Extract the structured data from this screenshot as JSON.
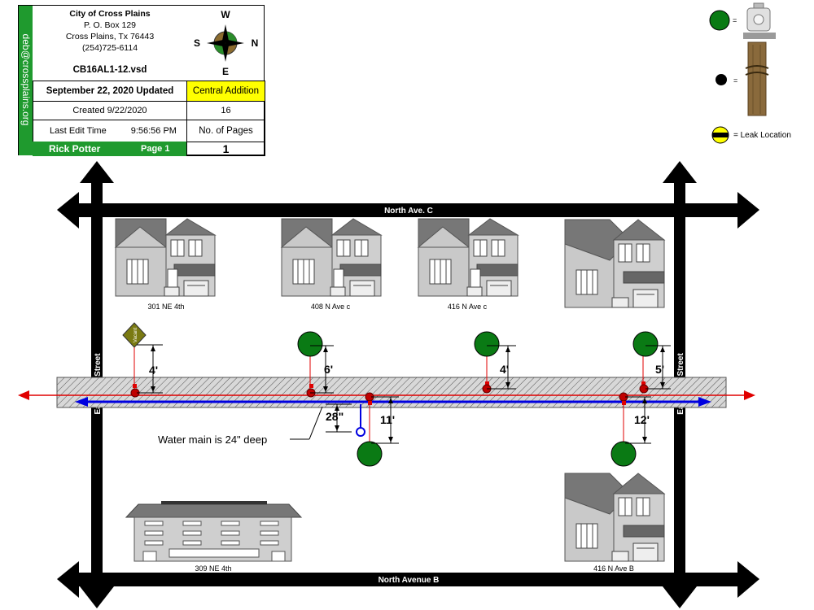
{
  "title_block": {
    "email": "deb@crossplains.org",
    "org_name": "City of Cross Plains",
    "address_line1": "P. O. Box 129",
    "address_line2": "Cross Plains, Tx  76443",
    "phone": "(254)725-6114",
    "file_name": "CB16AL1-12.vsd",
    "updated": "September 22, 2020 Updated",
    "area": "Central Addition",
    "created": "Created 9/22/2020",
    "area_count": "16",
    "last_edit_label": "Last Edit Time",
    "last_edit_time": "9:56:56 PM",
    "pages_label": "No. of Pages",
    "author": "Rick Potter",
    "page_label": "Page 1",
    "page_count": "1"
  },
  "compass": {
    "north": "N",
    "south": "S",
    "east": "E",
    "west": "W"
  },
  "legend": {
    "meter_eq": "=",
    "pole_eq": "=",
    "leak_label": "= Leak Location"
  },
  "streets": {
    "top": "North Ave. C",
    "bottom": "North Avenue B",
    "left": "East 11th Street",
    "right": "East 12th Street"
  },
  "houses": [
    {
      "address": "301 NE 4th"
    },
    {
      "address": "408 N Ave c"
    },
    {
      "address": "416 N Ave c"
    },
    {
      "address": "309 NE 4th"
    },
    {
      "address": "416 N Ave B"
    }
  ],
  "vacant_label": "Vacant",
  "measurements": [
    "4'",
    "6'",
    "4'",
    "5'",
    "11'",
    "12'",
    "28\""
  ],
  "note": "Water main is 24\" deep",
  "colors": {
    "accent_green": "#1f9a2e",
    "highlight_yellow": "#ffff00",
    "gas_line": "#e00000",
    "water_line": "#0000e0",
    "meter_green": "#0a7a14"
  }
}
